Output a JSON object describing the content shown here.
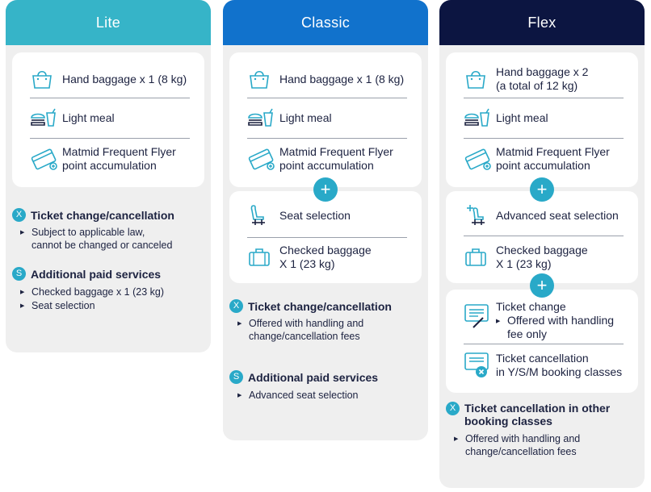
{
  "colors": {
    "lite": "#36b4c8",
    "classic": "#1172cc",
    "flex": "#0c1541",
    "accent": "#29a9c8",
    "text": "#1c2240",
    "panel": "#efefef"
  },
  "lite": {
    "title": "Lite",
    "features": [
      {
        "icon": "hand-bag-icon",
        "label": "Hand baggage x 1 (8 kg)"
      },
      {
        "icon": "meal-icon",
        "label": "Light meal"
      },
      {
        "icon": "frequent-flyer-card-icon",
        "label": "Matmid Frequent Flyer\npoint accumulation"
      }
    ],
    "ticket": {
      "badge": "X",
      "title": "Ticket change/cancellation",
      "items": [
        "Subject to applicable law,\ncannot be changed or canceled"
      ]
    },
    "paid": {
      "badge": "S",
      "title": "Additional paid services",
      "items": [
        "Checked baggage x 1 (23 kg)",
        "Seat selection"
      ]
    }
  },
  "classic": {
    "title": "Classic",
    "features": [
      {
        "icon": "hand-bag-icon",
        "label": "Hand baggage x 1 (8 kg)"
      },
      {
        "icon": "meal-icon",
        "label": "Light meal"
      },
      {
        "icon": "frequent-flyer-card-icon",
        "label": "Matmid Frequent Flyer\npoint accumulation"
      }
    ],
    "plus": "+",
    "extras": [
      {
        "icon": "seat-icon",
        "label": "Seat selection"
      },
      {
        "icon": "suitcase-icon",
        "label": "Checked baggage\nX 1 (23 kg)"
      }
    ],
    "ticket": {
      "badge": "X",
      "title": "Ticket change/cancellation",
      "items": [
        "Offered with handling and\nchange/cancellation fees"
      ]
    },
    "paid": {
      "badge": "S",
      "title": "Additional paid services",
      "items": [
        "Advanced seat selection"
      ]
    }
  },
  "flex": {
    "title": "Flex",
    "features": [
      {
        "icon": "hand-bag-icon",
        "label": "Hand baggage x 2\n(a total of 12 kg)"
      },
      {
        "icon": "meal-icon",
        "label": "Light meal"
      },
      {
        "icon": "frequent-flyer-card-icon",
        "label": "Matmid Frequent Flyer\npoint accumulation"
      }
    ],
    "plus": "+",
    "extras": [
      {
        "icon": "advanced-seat-icon",
        "label": "Advanced seat selection"
      },
      {
        "icon": "suitcase-icon",
        "label": "Checked baggage\nX 1 (23 kg)"
      }
    ],
    "plus2": "+",
    "flexible": {
      "change_label": "Ticket change",
      "change_detail": "Offered with handling\nfee only",
      "cancel_label": "Ticket cancellation\nin Y/S/M booking classes"
    },
    "ticket": {
      "badge": "X",
      "title": "Ticket cancellation in other\nbooking classes",
      "items": [
        "Offered with handling and\nchange/cancellation fees"
      ]
    }
  }
}
